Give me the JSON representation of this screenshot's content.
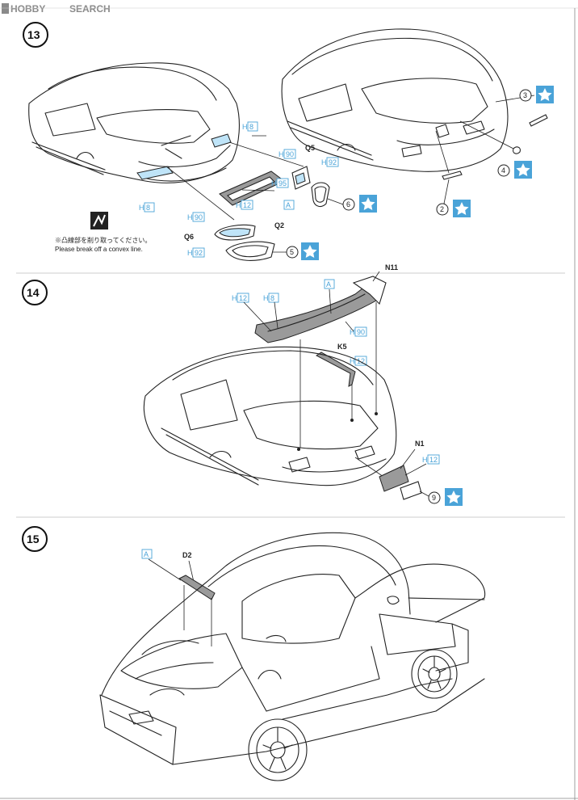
{
  "watermark": {
    "brand": "HOBBY",
    "text": "SEARCH"
  },
  "steps": [
    {
      "number": "13",
      "note_jp": "※凸線部を削り取ってください。",
      "note_en": "Please break off a convex line.",
      "parts": [
        "Q5",
        "Q2",
        "Q6"
      ],
      "colors": [
        "H8",
        "H8",
        "H90",
        "H92",
        "H95",
        "H12",
        "H90",
        "H92",
        "A"
      ],
      "callouts": [
        "3",
        "4",
        "2",
        "6",
        "5"
      ]
    },
    {
      "number": "14",
      "parts": [
        "N11",
        "K5",
        "N1"
      ],
      "colors": [
        "A",
        "H12",
        "H8",
        "H90",
        "H12",
        "H12"
      ],
      "callouts": [
        "9"
      ]
    },
    {
      "number": "15",
      "parts": [
        "D2"
      ],
      "colors": [
        "A"
      ]
    }
  ]
}
